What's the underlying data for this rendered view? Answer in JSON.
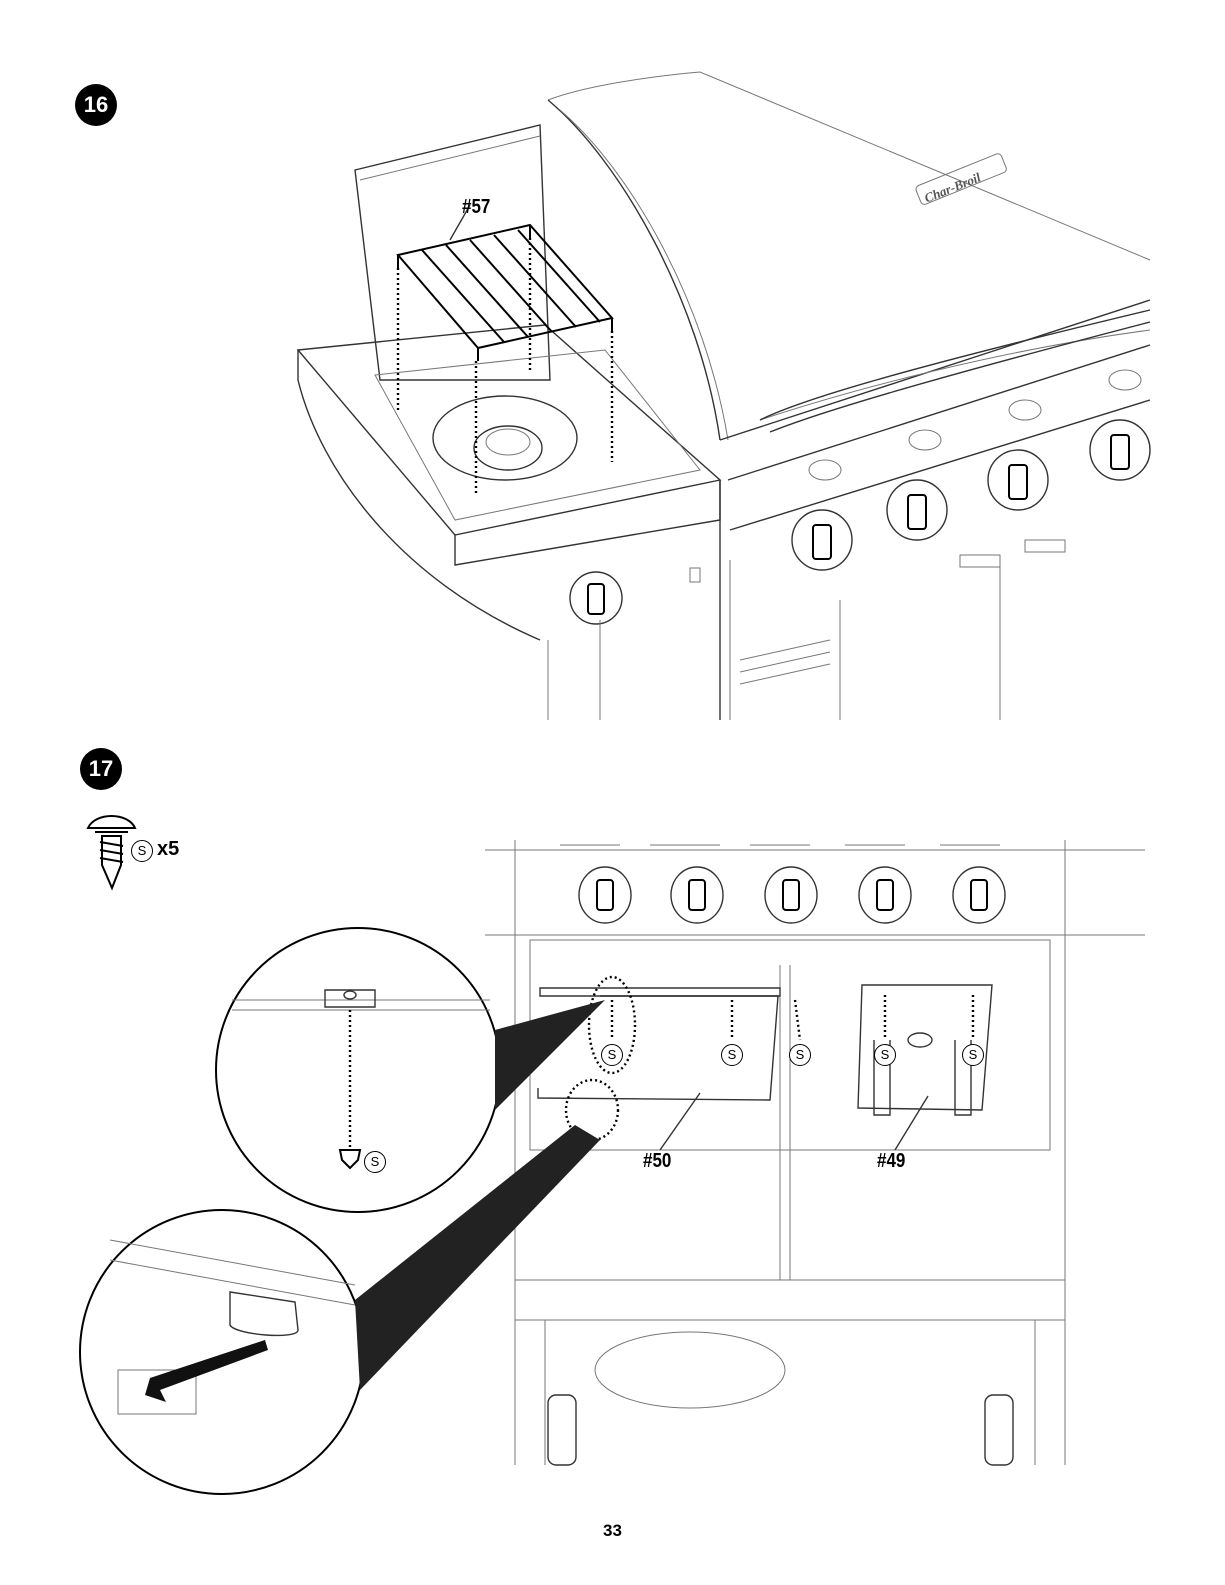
{
  "steps": [
    {
      "number": "16",
      "callouts": {
        "part_57": "#57"
      }
    },
    {
      "number": "17",
      "hardware": {
        "symbol": "S",
        "quantity": "x5"
      },
      "callouts": {
        "part_50": "#50",
        "part_49": "#49"
      },
      "screw_label": "S"
    }
  ],
  "brand_logo": "Char-Broil",
  "page_number": "33"
}
